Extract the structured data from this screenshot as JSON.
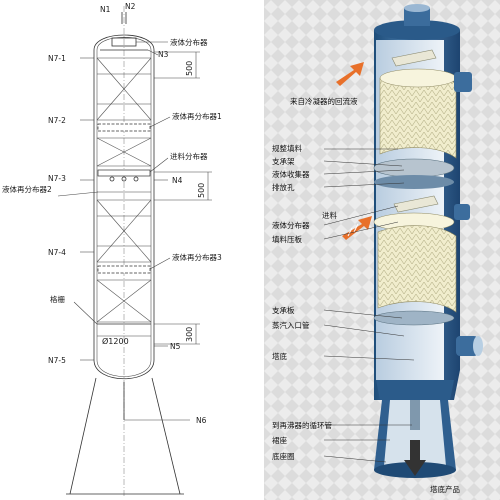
{
  "left_diagram": {
    "top_nozzles": [
      "N1",
      "N2"
    ],
    "side_nozzles": [
      "N7-1",
      "N7-2",
      "N7-3",
      "N7-4",
      "N7-5"
    ],
    "labels": {
      "distributor": "液体分布器",
      "n3": "N3",
      "redistributor1": "液体再分布器1",
      "feed_distributor": "进料分布器",
      "n4": "N4",
      "redistributor2": "液体再分布器2",
      "redistributor3": "液体再分布器3",
      "grid": "格栅",
      "n5": "N5",
      "n6": "N6"
    },
    "dimensions": {
      "top_gap": "500",
      "middle_gap": "500",
      "bottom_gap": "300",
      "diameter": "Ø1200"
    }
  },
  "right_diagram": {
    "reflux_label": "来自冷凝器的回流液",
    "feed_label": "进料",
    "bottom_product": "塔底产品",
    "callouts": [
      "规整填料",
      "支承架",
      "液体收集器",
      "排放孔",
      "液体分布器",
      "填料压板",
      "支承板",
      "蒸汽入口管",
      "塔底",
      "到再沸器的循环管",
      "裙座",
      "底座圈"
    ]
  },
  "colors": {
    "column_shell": "#2f5f8f",
    "packing": "#eeeac8",
    "arrow": "#e8702a",
    "panel_bg": "#dcdcdc"
  }
}
